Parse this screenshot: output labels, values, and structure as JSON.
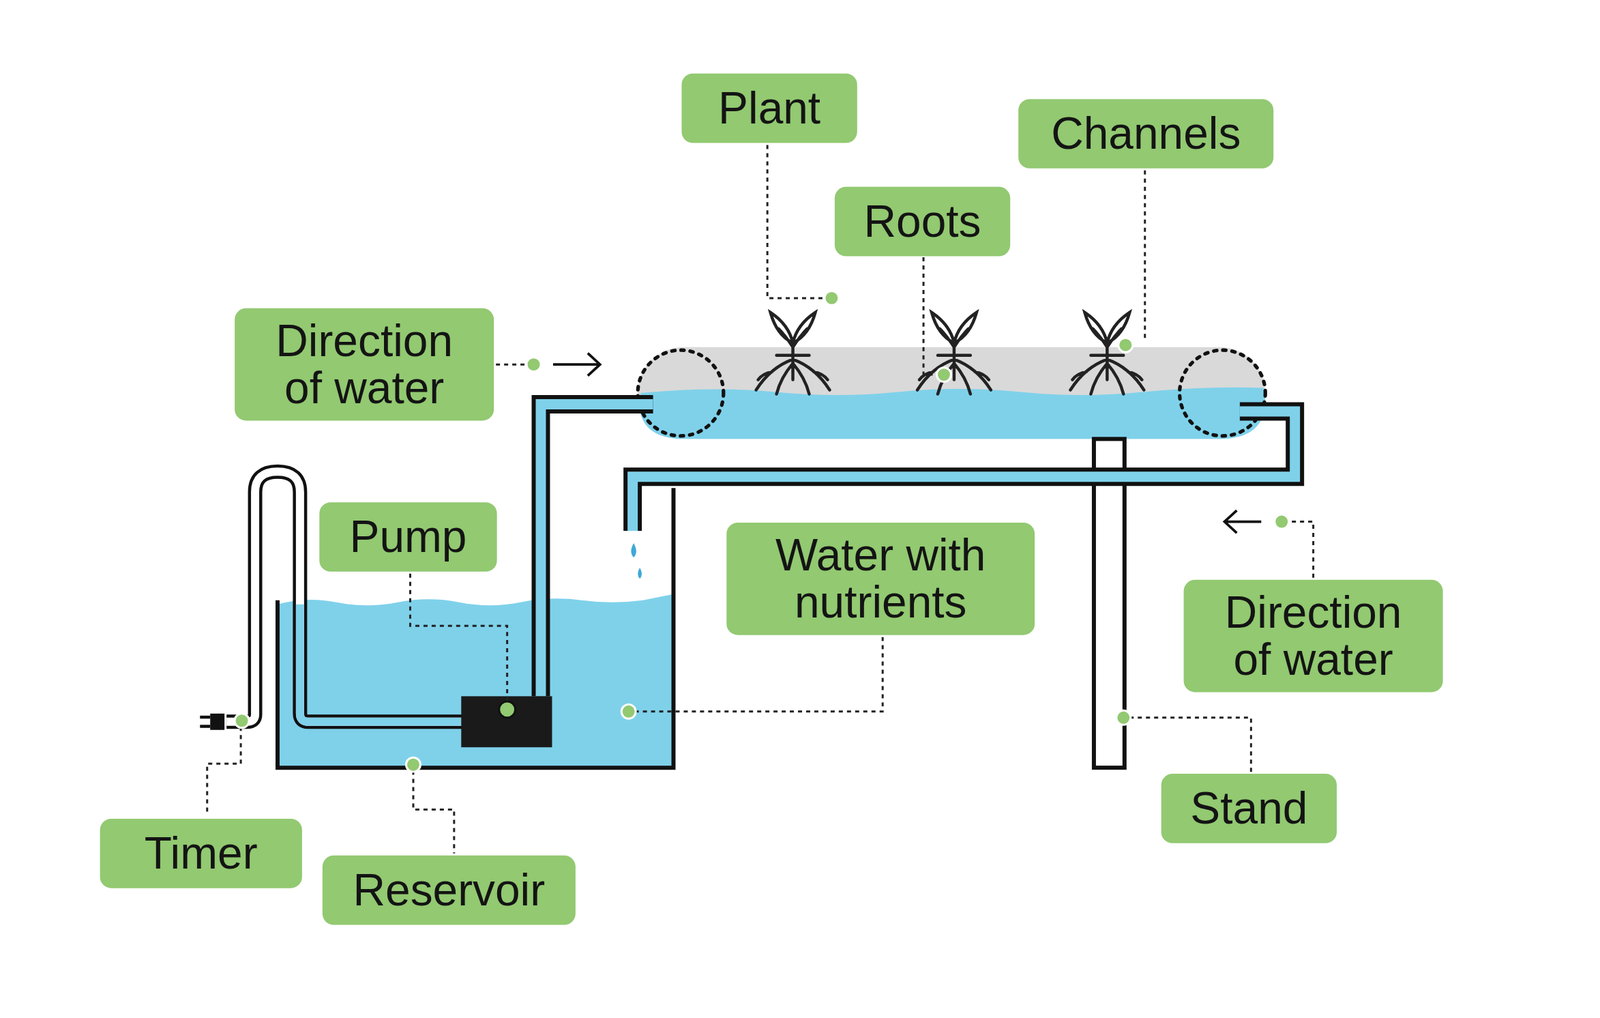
{
  "diagram": {
    "nodes": [
      {
        "text": [
          "Plant"
        ]
      },
      {
        "text": [
          "Channels"
        ]
      },
      {
        "text": [
          "Roots"
        ]
      },
      {
        "text": [
          "Direction of water"
        ]
      },
      {
        "text": [
          "Pump"
        ]
      },
      {
        "text": [
          "Water with nutrients"
        ]
      },
      {
        "text": [
          "Direction of water"
        ]
      },
      {
        "text": [
          "Stand"
        ]
      },
      {
        "text": [
          "Timer"
        ]
      },
      {
        "text": [
          "Reservoir"
        ]
      }
    ]
  }
}
